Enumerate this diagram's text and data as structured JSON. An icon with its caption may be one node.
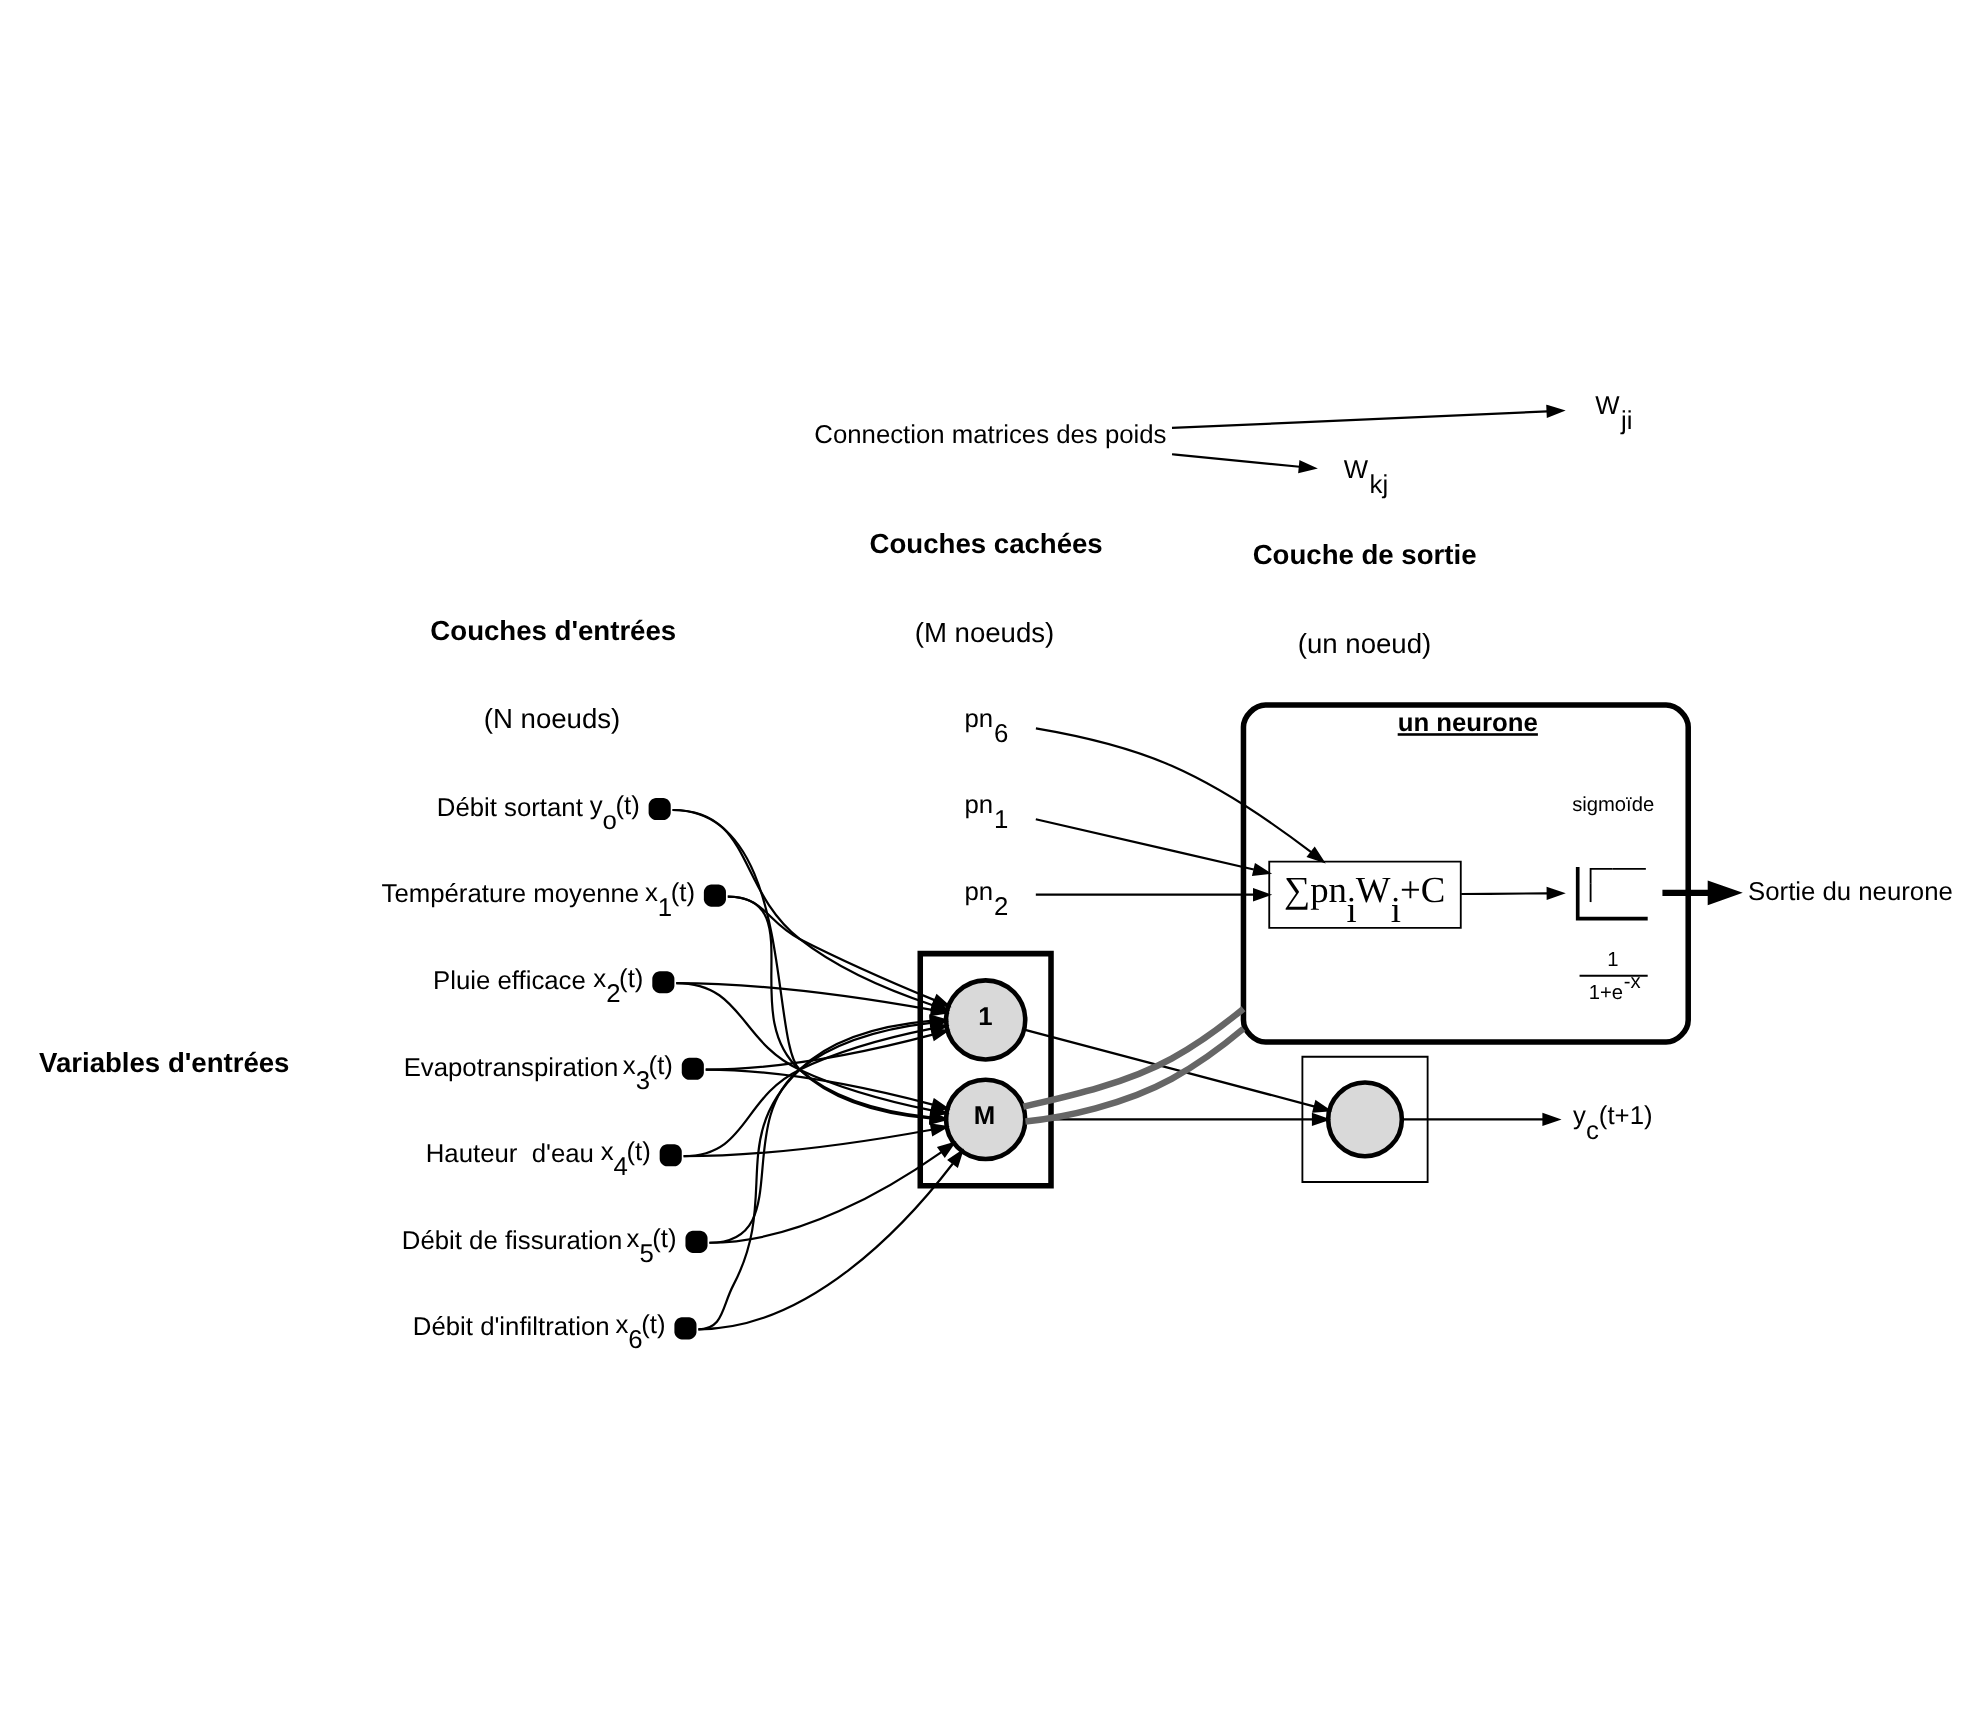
{
  "diagram": {
    "nodes": [
      {
        "text": [],
        "shape": "circle",
        "beside": [
          "Débit sortant",
          "y$_{o}$(t)"
        ]
      },
      {
        "text": [],
        "shape": "circle",
        "beside": [
          "Température moyenne",
          "x$_{1}$(t)"
        ]
      },
      {
        "text": [],
        "shape": "circle",
        "beside": [
          "Pluie efficace",
          "x$_{2}$(t)"
        ]
      },
      {
        "text": [],
        "shape": "circle",
        "beside": [
          "Evapotranspiration",
          "x$_{3}$(t)"
        ]
      },
      {
        "text": [],
        "shape": "circle",
        "beside": [
          "Hauteur  d'eau",
          "x$_{4}$(t)"
        ]
      },
      {
        "text": [],
        "shape": "circle",
        "beside": [
          "Débit de fissuration",
          "x$_{5}$(t)"
        ]
      },
      {
        "text": [],
        "shape": "circle",
        "beside": [
          "Débit d'infiltration",
          "x$_{6}$(t)"
        ]
      },
      {
        "text": [],
        "shape": "box"
      },
      {
        "text": [
          "1"
        ],
        "in": 7
      },
      {
        "text": [
          "M"
        ],
        "in": 7
      },
      {
        "text": [],
        "shape": "box"
      },
      {
        "text": [],
        "shape": "circle",
        "in": 10
      },
      {
        "text": [
          "y$_{c}$(t+1)"
        ]
      },
      {
        "text": [
          "W$_{ji}$"
        ]
      },
      {
        "text": [
          "W$_{kj}$"
        ]
      },
      {
        "text": [
          "Connection matrices des poids"
        ]
      },
      {
        "text": [
          "un neurone"
        ]
      },
      {
        "text": [
          "∑pn$_{i}$W$_{i}$+C"
        ],
        "in": 16
      },
      {
        "text": [],
        "shape": "picture",
        "in": 16,
        "beside": [
          "1",
          "1+e$^{-x}$",
          "sigmoïde"
        ]
      },
      {
        "text": [
          "Sortie du neurone"
        ]
      },
      {
        "text": [
          "pn$_{1}$"
        ]
      },
      {
        "text": [
          "pn$_{2}$"
        ]
      },
      {
        "text": [
          "pn$_{6}$"
        ]
      }
    ],
    "edges": [
      {
        "from": 0,
        "to": 8,
        "arrow": "to"
      },
      {
        "from": 0,
        "to": 9,
        "arrow": "to"
      },
      {
        "from": 1,
        "to": 8,
        "arrow": "to"
      },
      {
        "from": 1,
        "to": 9,
        "arrow": "to"
      },
      {
        "from": 2,
        "to": 8,
        "arrow": "to"
      },
      {
        "from": 2,
        "to": 9,
        "arrow": "to"
      },
      {
        "from": 3,
        "to": 8,
        "arrow": "to"
      },
      {
        "from": 3,
        "to": 9,
        "arrow": "to"
      },
      {
        "from": 4,
        "to": 8,
        "arrow": "to"
      },
      {
        "from": 4,
        "to": 9,
        "arrow": "to"
      },
      {
        "from": 5,
        "to": 8,
        "arrow": "to"
      },
      {
        "from": 5,
        "to": 9,
        "arrow": "to"
      },
      {
        "from": 6,
        "to": 8,
        "arrow": "to"
      },
      {
        "from": 6,
        "to": 9,
        "arrow": "to"
      },
      {
        "from": 8,
        "to": 11,
        "arrow": "to"
      },
      {
        "from": 9,
        "to": 11,
        "arrow": "to"
      },
      {
        "from": 11,
        "to": 12,
        "arrow": "to"
      },
      {
        "from": 15,
        "to": 14,
        "arrow": "to"
      },
      {
        "from": 15,
        "to": 13,
        "arrow": "to"
      },
      {
        "from": 9,
        "to": 16,
        "arrow": "none",
        "style": "thick",
        "color": "#666666"
      },
      {
        "from": 9,
        "to": 16,
        "arrow": "none",
        "style": "thick",
        "color": "#666666"
      },
      {
        "from": 20,
        "to": 17,
        "arrow": "to"
      },
      {
        "from": 21,
        "to": 17,
        "arrow": "to"
      },
      {
        "from": 22,
        "to": 17,
        "arrow": "to"
      },
      {
        "from": 17,
        "to": 18,
        "arrow": "to"
      },
      {
        "from": 18,
        "to": 19,
        "arrow": "to",
        "style": "thick"
      }
    ],
    "labels": [
      "Couches d'entrées",
      "(N noeuds)",
      "Couches cachées",
      "(M noeuds)",
      "Couche de sortie",
      "(un noeud)",
      "Variables d'entrées"
    ]
  }
}
